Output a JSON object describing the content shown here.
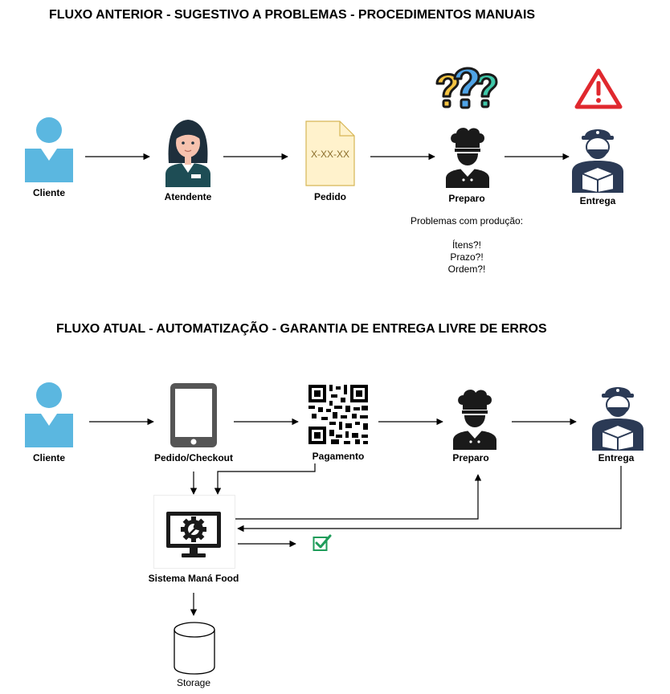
{
  "flow_old": {
    "title": "FLUXO ANTERIOR - SUGESTIVO A PROBLEMAS - PROCEDIMENTOS MANUAIS",
    "nodes": {
      "cliente": "Cliente",
      "atendente": "Atendente",
      "pedido": "Pedido",
      "pedido_doc_text": "X-XX-XX",
      "preparo": "Preparo",
      "entrega": "Entrega"
    },
    "problems": {
      "heading": "Problemas com produção:",
      "items": [
        "Ítens?!",
        "Prazo?!",
        "Ordem?!"
      ]
    }
  },
  "flow_new": {
    "title": "FLUXO ATUAL - AUTOMATIZAÇÃO - GARANTIA DE ENTREGA LIVRE DE ERROS",
    "nodes": {
      "cliente": "Cliente",
      "pedido_checkout": "Pedido/Checkout",
      "pagamento": "Pagamento",
      "preparo": "Preparo",
      "entrega": "Entrega",
      "sistema": "Sistema Maná Food",
      "storage": "Storage"
    }
  },
  "colors": {
    "person_blue": "#5BB7E0",
    "navy": "#2B3A55",
    "doc_yellow": "#FFF2CC",
    "doc_border": "#D6B656",
    "alert_red": "#E0282E",
    "check_green": "#1E9C5A"
  }
}
